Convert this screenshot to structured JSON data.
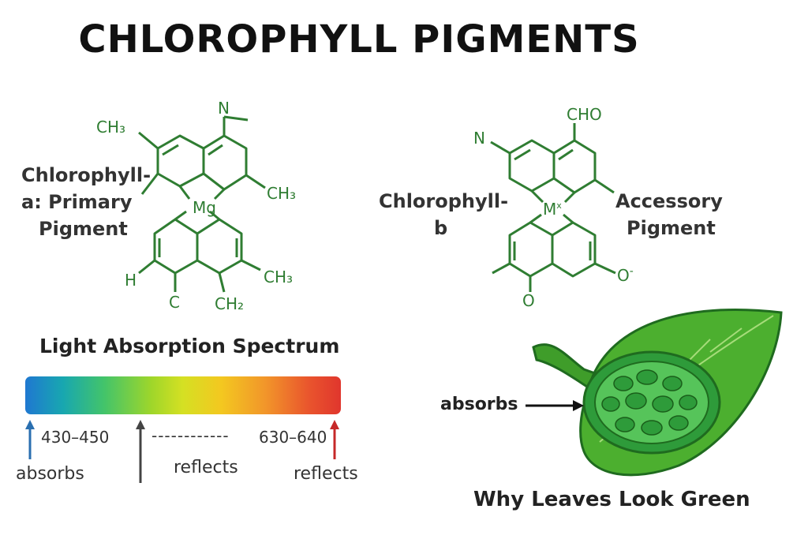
{
  "title": "CHLOROPHYLL PIGMENTS",
  "chlorophyll_a": {
    "label_line1": "Chlorophyll-",
    "label_line2": "a: Primary",
    "label_line3": "Pigment",
    "center_atom": "Mg",
    "groups": {
      "ch3_top": "CH3",
      "n_top": "N",
      "ch3_right": "CH3",
      "ch3_bottom_right": "CH3",
      "h_left": "H",
      "c_bottom": "C",
      "ch2_bottom": "CH2"
    }
  },
  "chlorophyll_b": {
    "label_line1": "Chlorophyll-",
    "label_line2": "b",
    "accessory_line1": "Accessory",
    "accessory_line2": "Pigment",
    "center_atom": "M",
    "center_sup": "x",
    "groups": {
      "cho_top": "CHO",
      "n_left": "N",
      "o_right": "O",
      "o_right_sup": "-",
      "o_bottom": "O"
    }
  },
  "spectrum": {
    "heading": "Light Absorption Spectrum",
    "range_left": "430–450",
    "dashes": "------------",
    "range_right": "630–640",
    "label_absorbs": "absorbs",
    "label_reflects_middle": "reflects",
    "label_reflects_right": "reflects",
    "colors": {
      "blue_arrow": "#2a6fb0",
      "gray_arrow": "#444444",
      "red_arrow": "#c62828"
    }
  },
  "leaf": {
    "absorbs_label": "absorbs",
    "caption": "Why Leaves Look Green",
    "colors": {
      "leaf": "#4caf2f",
      "outline": "#1f6b1f",
      "chloroplast": "#2e9b3a"
    }
  }
}
